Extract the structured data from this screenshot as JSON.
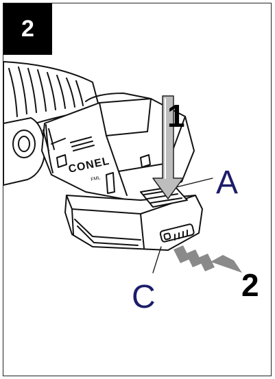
{
  "step": {
    "number": "2"
  },
  "callouts": {
    "push": "1",
    "latch": "A",
    "pull": "2",
    "battery": "C"
  },
  "device": {
    "brand_text": "CONEL",
    "model_text": "FML"
  },
  "colors": {
    "badge_bg": "#000000",
    "badge_text": "#ffffff",
    "letter_callout": "#1d1d6b",
    "arrow_gray": "#8a8a8a"
  },
  "icons": {
    "push_arrow": "arrow-down-icon",
    "pull_arrow": "arrow-diagonal-icon"
  }
}
